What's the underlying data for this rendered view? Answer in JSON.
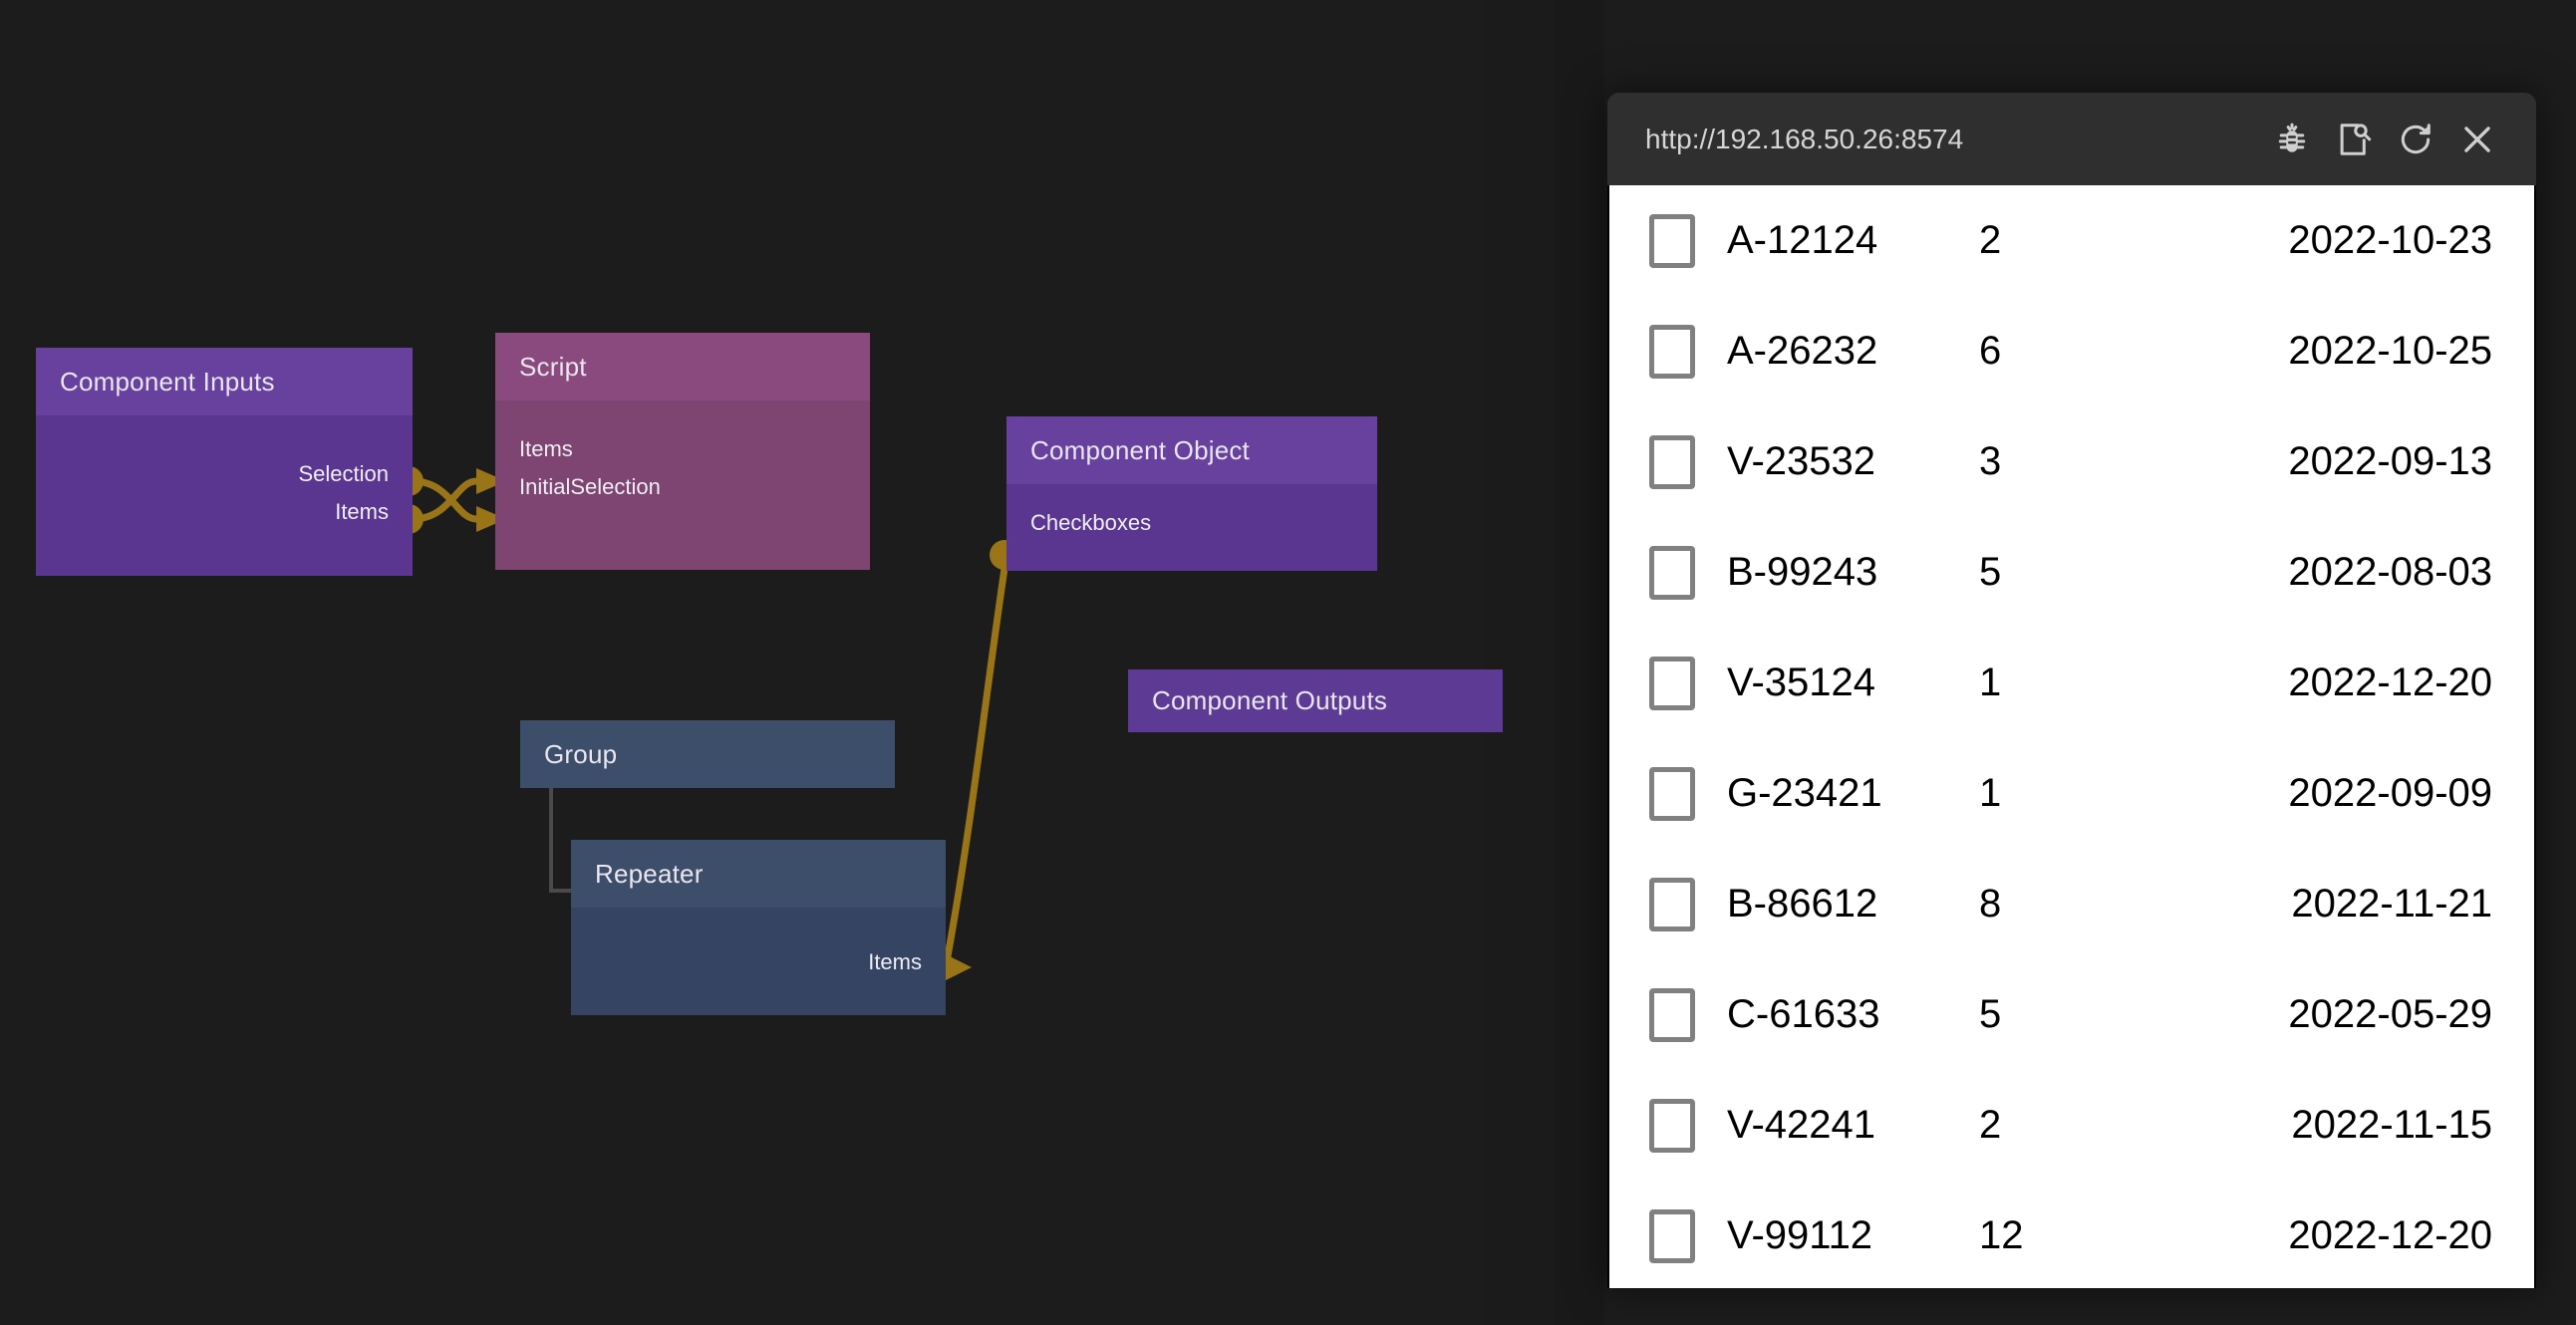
{
  "canvas": {
    "background_color": "#1c1c1c",
    "wire_color": "#9a7518"
  },
  "graph": {
    "nodes": [
      {
        "id": "component-inputs",
        "title": "Component Inputs",
        "header_color": "#68409e",
        "body_color": "#5b3691",
        "output_ports": [
          "Selection",
          "Items"
        ],
        "input_ports": []
      },
      {
        "id": "script",
        "title": "Script",
        "header_color": "#8a4a7d",
        "body_color": "#7e4472",
        "input_ports": [
          "Items",
          "InitialSelection"
        ],
        "output_ports": []
      },
      {
        "id": "component-object",
        "title": "Component Object",
        "header_color": "#68409e",
        "body_color": "#5b3691",
        "input_ports": [
          "Checkboxes"
        ],
        "output_ports": []
      },
      {
        "id": "component-outputs",
        "title": "Component Outputs",
        "header_color": "#5d3a93",
        "body_color": "#5d3a93",
        "input_ports": [],
        "output_ports": []
      },
      {
        "id": "group",
        "title": "Group",
        "header_color": "#3d4e6b",
        "body_color": "#3d4e6b",
        "input_ports": [],
        "output_ports": []
      },
      {
        "id": "repeater",
        "title": "Repeater",
        "header_color": "#3d4e6b",
        "body_color": "#344462",
        "input_ports": [],
        "output_ports": [
          "Items"
        ]
      }
    ],
    "connections": [
      {
        "from": "component-inputs.Selection",
        "to": "script.InitialSelection"
      },
      {
        "from": "component-inputs.Items",
        "to": "script.Items"
      },
      {
        "from": "component-object.Checkboxes",
        "to": "repeater.Items"
      }
    ]
  },
  "browser": {
    "url": "http://192.168.50.26:8574",
    "toolbar_icons": [
      {
        "name": "debug-bug-icon",
        "label": "Debug"
      },
      {
        "name": "inspect-page-icon",
        "label": "Inspect"
      },
      {
        "name": "reload-icon",
        "label": "Reload"
      },
      {
        "name": "close-icon",
        "label": "Close"
      }
    ],
    "table": {
      "rows": [
        {
          "checked": false,
          "code": "A-12124",
          "qty": "2",
          "date": "2022-10-23"
        },
        {
          "checked": false,
          "code": "A-26232",
          "qty": "6",
          "date": "2022-10-25"
        },
        {
          "checked": false,
          "code": "V-23532",
          "qty": "3",
          "date": "2022-09-13"
        },
        {
          "checked": false,
          "code": "B-99243",
          "qty": "5",
          "date": "2022-08-03"
        },
        {
          "checked": false,
          "code": "V-35124",
          "qty": "1",
          "date": "2022-12-20"
        },
        {
          "checked": false,
          "code": "G-23421",
          "qty": "1",
          "date": "2022-09-09"
        },
        {
          "checked": false,
          "code": "B-86612",
          "qty": "8",
          "date": "2022-11-21"
        },
        {
          "checked": false,
          "code": "C-61633",
          "qty": "5",
          "date": "2022-05-29"
        },
        {
          "checked": false,
          "code": "V-42241",
          "qty": "2",
          "date": "2022-11-15"
        },
        {
          "checked": false,
          "code": "V-99112",
          "qty": "12",
          "date": "2022-12-20"
        }
      ]
    }
  }
}
